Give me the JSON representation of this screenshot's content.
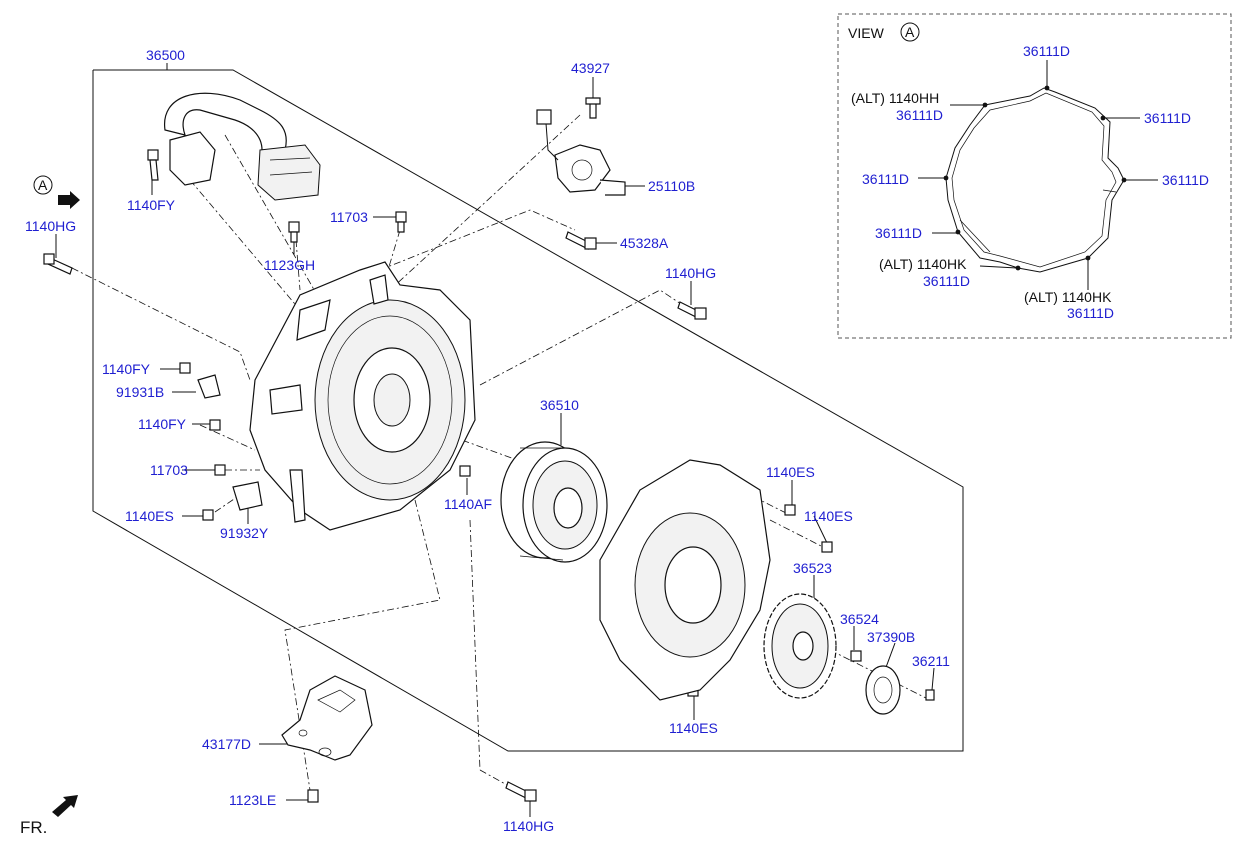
{
  "view": {
    "title": "VIEW",
    "marker": "A",
    "labels": {
      "top": "36111D",
      "alt_hh": "(ALT) 1140HH",
      "alt_hh_sub": "36111D",
      "right_top": "36111D",
      "left_mid": "36111D",
      "right_mid": "36111D",
      "left_low": "36111D",
      "alt_hk1": "(ALT) 1140HK",
      "alt_hk1_sub": "36111D",
      "alt_hk2": "(ALT) 1140HK",
      "alt_hk2_sub": "36111D"
    }
  },
  "main": {
    "marker_a": "A",
    "fr_label": "FR.",
    "labels": {
      "p36500": "36500",
      "p43927": "43927",
      "p25110B": "25110B",
      "p45328A": "45328A",
      "p1140HG_top": "1140HG",
      "p1140HG_left": "1140HG",
      "p1140FY_top": "1140FY",
      "p11703_top": "11703",
      "p1123GH": "1123GH",
      "p1140FY_mid": "1140FY",
      "p91931B": "91931B",
      "p1140FY_low": "1140FY",
      "p11703_low": "11703",
      "p1140ES_left": "1140ES",
      "p91932Y": "91932Y",
      "p1140AF": "1140AF",
      "p36510": "36510",
      "p1140ES_r1": "1140ES",
      "p1140ES_r2": "1140ES",
      "p36523": "36523",
      "p36524": "36524",
      "p37390B": "37390B",
      "p36211": "36211",
      "p1140ES_bottom": "1140ES",
      "p43177D": "43177D",
      "p1123LE": "1123LE",
      "p1140HG_bottom": "1140HG"
    }
  }
}
